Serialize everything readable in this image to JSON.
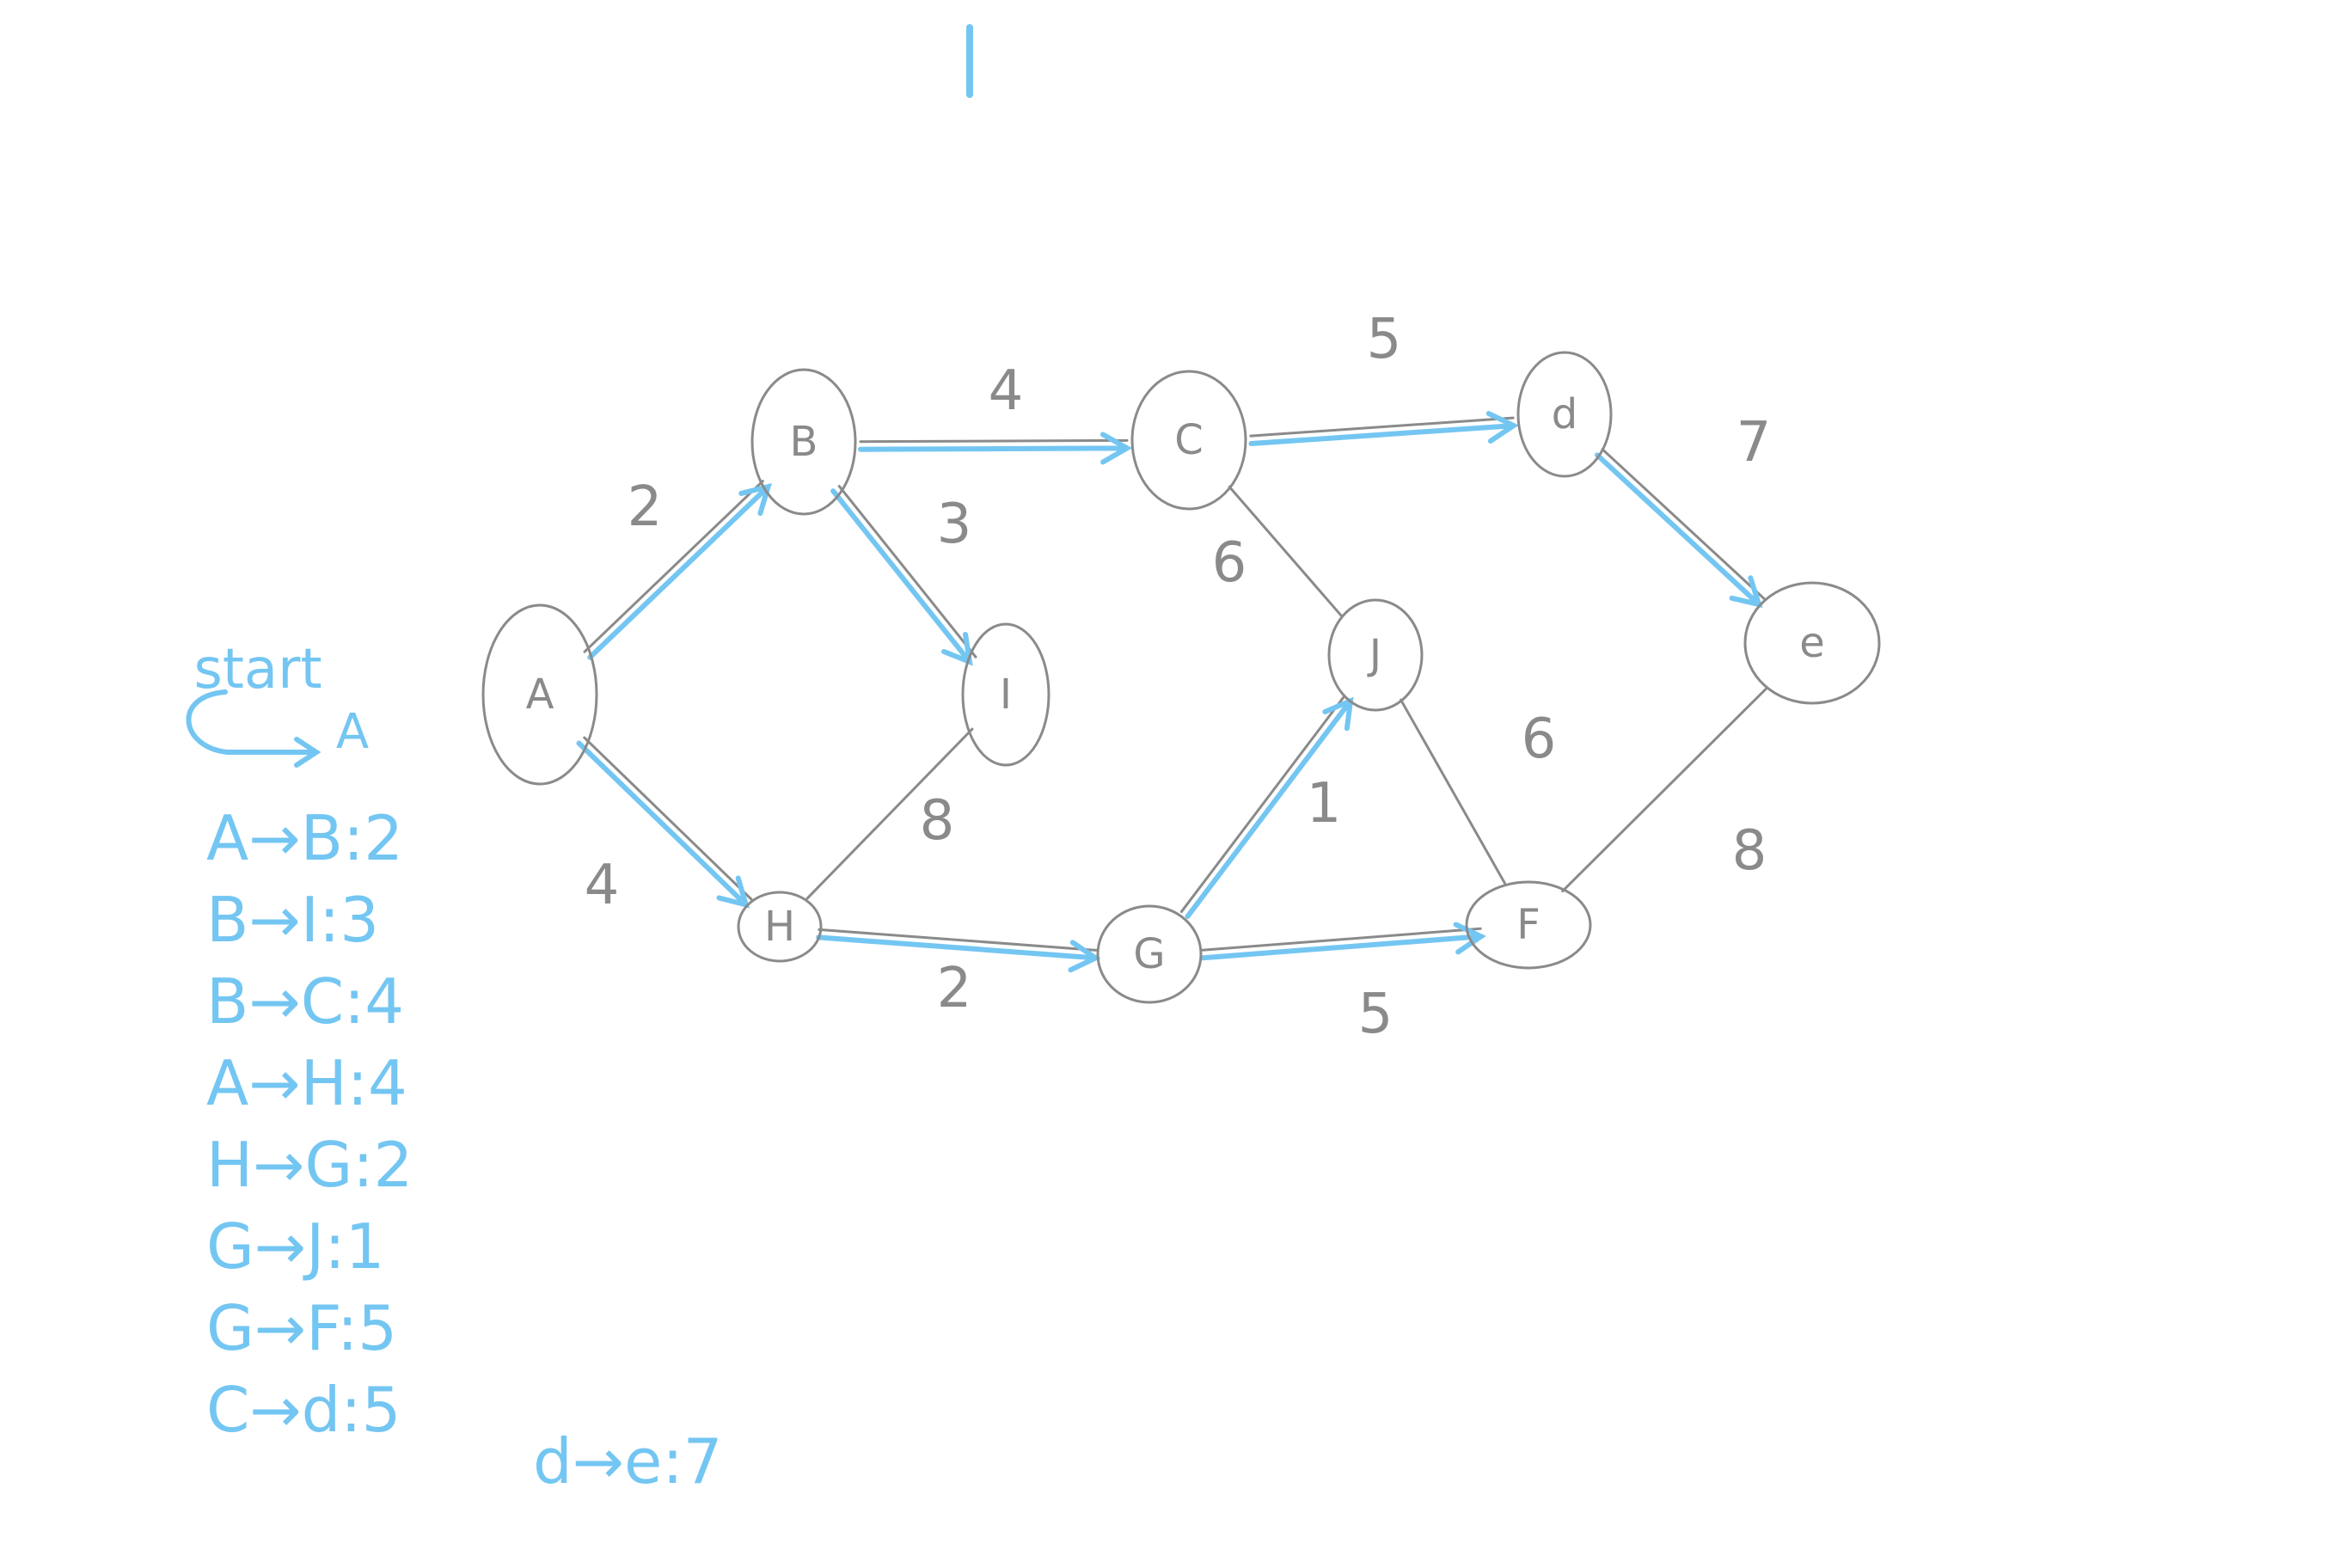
{
  "diagram": {
    "title": "",
    "nodes": [
      {
        "id": "A",
        "label": "A"
      },
      {
        "id": "B",
        "label": "B"
      },
      {
        "id": "C",
        "label": "C"
      },
      {
        "id": "d",
        "label": "d"
      },
      {
        "id": "e",
        "label": "e"
      },
      {
        "id": "I",
        "label": "I"
      },
      {
        "id": "J",
        "label": "J"
      },
      {
        "id": "H",
        "label": "H"
      },
      {
        "id": "G",
        "label": "G"
      },
      {
        "id": "F",
        "label": "F"
      }
    ],
    "edges": [
      {
        "from": "A",
        "to": "B",
        "weight": "2",
        "in_tree": true
      },
      {
        "from": "A",
        "to": "H",
        "weight": "4",
        "in_tree": true
      },
      {
        "from": "B",
        "to": "C",
        "weight": "4",
        "in_tree": true
      },
      {
        "from": "B",
        "to": "I",
        "weight": "3",
        "in_tree": true
      },
      {
        "from": "C",
        "to": "d",
        "weight": "5",
        "in_tree": true
      },
      {
        "from": "C",
        "to": "J",
        "weight": "6",
        "in_tree": false
      },
      {
        "from": "d",
        "to": "e",
        "weight": "7",
        "in_tree": true
      },
      {
        "from": "I",
        "to": "H",
        "weight": "8",
        "in_tree": false
      },
      {
        "from": "H",
        "to": "G",
        "weight": "2",
        "in_tree": true
      },
      {
        "from": "G",
        "to": "J",
        "weight": "1",
        "in_tree": true
      },
      {
        "from": "G",
        "to": "F",
        "weight": "5",
        "in_tree": true
      },
      {
        "from": "J",
        "to": "F",
        "weight": "6",
        "in_tree": false
      },
      {
        "from": "F",
        "to": "e",
        "weight": "8",
        "in_tree": false
      }
    ]
  },
  "notes": {
    "start_label": "start",
    "start_node": "A",
    "steps": [
      "A→B:2",
      "B→I:3",
      "B→C:4",
      "A→H:4",
      "H→G:2",
      "G→J:1",
      "G→F:5",
      "C→d:5"
    ],
    "extra_step": "d→e:7"
  },
  "colors": {
    "pencil": "#8a8a8a",
    "highlight": "#74c6f2"
  }
}
